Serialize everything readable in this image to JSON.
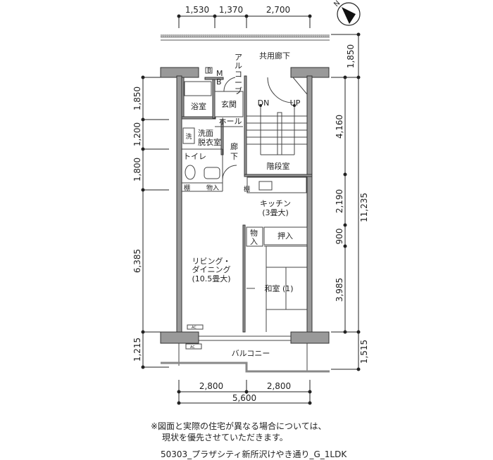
{
  "dimensions": {
    "top": [
      "1,530",
      "1,370",
      "2,700"
    ],
    "left": [
      "1,850",
      "1,200",
      "1,800",
      "6,385",
      "1,215"
    ],
    "right_inner": [
      "4,160",
      "2,190",
      "900",
      "3,985"
    ],
    "right_outer": [
      "1,850",
      "11,235",
      "1,515"
    ],
    "bottom": [
      "2,800",
      "2,800"
    ],
    "bottom_total": "5,600"
  },
  "compass": {
    "label": "N"
  },
  "rooms": {
    "common_corridor": "共用廊下",
    "alcove": [
      "ア",
      "ル",
      "コ",
      "ー",
      "ブ"
    ],
    "mb": [
      "M",
      "B"
    ],
    "b_box": "B",
    "bathroom": "浴室",
    "entrance": "玄関",
    "hall": "ホール",
    "washroom_icon": "洗",
    "washroom": [
      "洗面",
      "脱衣室"
    ],
    "corridor": [
      "廊",
      "下"
    ],
    "toilet": "トイレ",
    "shelf": "棚",
    "storage": "物入",
    "stair_room": "階段室",
    "dn": "DN",
    "up": "UP",
    "shelf2": "棚",
    "kitchen": "キッチン",
    "kitchen_size": "(3畳大)",
    "storage2": [
      "物",
      "入"
    ],
    "closet": "押入",
    "living": [
      "リビング・",
      "ダイニング",
      "(10.5畳大)"
    ],
    "japanese_room": "和室 (1)",
    "ac1": "AC",
    "ac2": "AC",
    "balcony": "バルコニー"
  },
  "notes": {
    "line1": "※図面と実際の住宅が異なる場合については、",
    "line2": "現状を優先させていただきます。",
    "caption": "50303_プラザシティ新所沢けやき通り_G_1LDK"
  }
}
